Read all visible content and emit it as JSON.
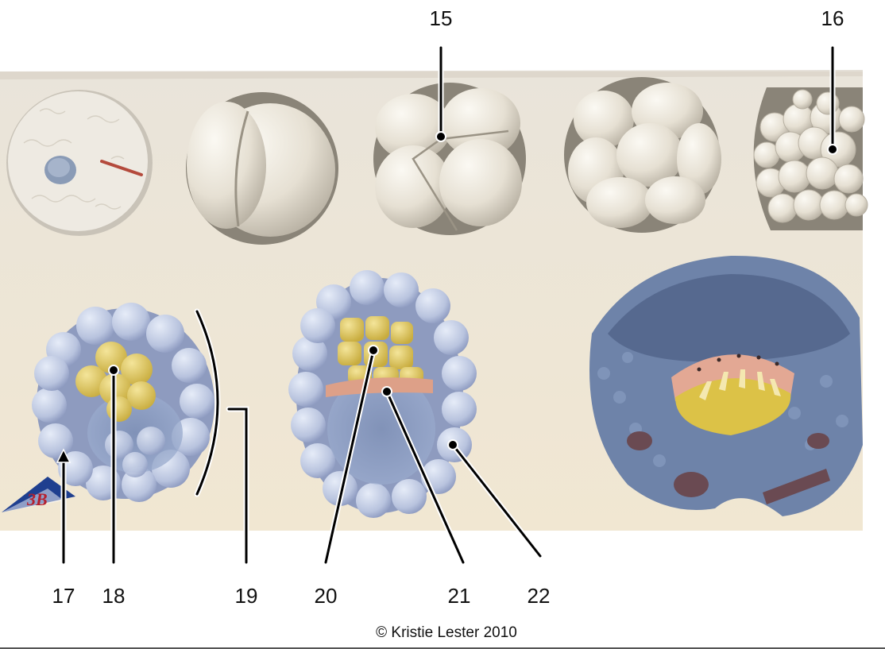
{
  "labels": {
    "n15": "15",
    "n16": "16",
    "n17": "17",
    "n18": "18",
    "n19": "19",
    "n20": "20",
    "n21": "21",
    "n22": "22"
  },
  "credit": "© Kristie Lester 2010",
  "logo_text": "3B",
  "colors": {
    "board": "#efe7d6",
    "egg": "#ece7dc",
    "blastomere_blue": "#b8c4de",
    "yolk": "#d9c35a",
    "embryo_blue": "#7f93b2",
    "embryo_pink": "#d9a08a",
    "logo_blue": "#25408f",
    "logo_red": "#b5202e"
  }
}
